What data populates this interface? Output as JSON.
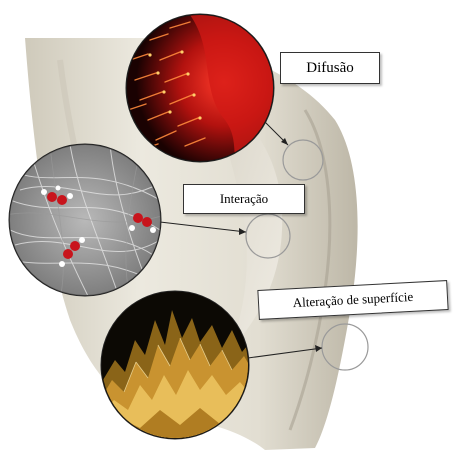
{
  "labels": {
    "diffusion": "Difusão",
    "interaction": "Interação",
    "surface_change": "Alteração de superfície"
  },
  "colors": {
    "tooth": "#e7e3d7",
    "tooth_shadow": "#b8b2a1",
    "diffusion_glow": "#e0201c",
    "molecule_red": "#c8141c",
    "surface_gold": "#d9a83a",
    "outline_circle": "#9a9a9a",
    "leader_line": "#222222"
  }
}
